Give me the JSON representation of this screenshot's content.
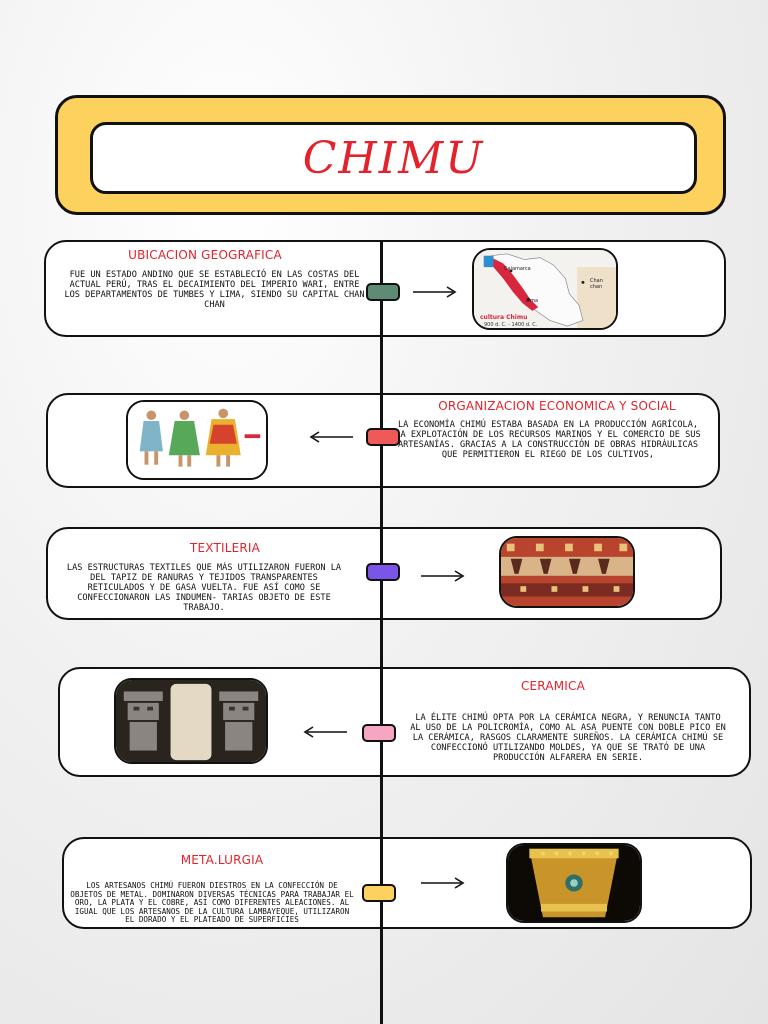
{
  "title": "CHIMU",
  "colors": {
    "title_frame": "#fdd15e",
    "heading_red": "#e4222b",
    "node_green": "#5f8a73",
    "node_red": "#ef5a58",
    "node_purple": "#7a55e8",
    "node_pink": "#f4a6c3",
    "node_yellow": "#fdd15e"
  },
  "sections": [
    {
      "heading": "UBICACION GEOGRAFICA",
      "body": "FUE UN ESTADO ANDINO QUE SE ESTABLECIÓ EN LAS COSTAS DEL ACTUAL PERÚ, TRAS EL DECAIMIENTO DEL IMPERIO WARI, ENTRE LOS DEPARTAMENTOS DE TUMBES Y LIMA, SIENDO SU CAPITAL CHAN CHAN",
      "image_icon": "map-of-peru-icon",
      "image_labels": [
        "Cajamarca",
        "Chan chan",
        "Lima",
        "cultura Chimu",
        "900 d. C. - 1400 d. C."
      ]
    },
    {
      "heading": "ORGANIZACION ECONOMICA Y SOCIAL",
      "body": "LA ECONOMÍA CHIMÚ ESTABA BASADA EN LA PRODUCCIÓN AGRÍCOLA, LA EXPLOTACIÓN DE LOS RECURSOS MARINOS Y EL COMERCIO DE SUS ARTESANÍAS. GRACIAS A LA CONSTRUCCIÓN DE OBRAS HIDRÁULICAS QUE PERMITIERON EL RIEGO DE LOS CULTIVOS,",
      "image_icon": "chimu-people-illustration-icon"
    },
    {
      "heading": "TEXTILERIA",
      "body": "LAS ESTRUCTURAS TEXTILES QUE MÁS UTILIZARON FUERON LA DEL TAPIZ DE RANURAS Y TEJIDOS TRANSPARENTES RETICULADOS Y DE GASA VUELTA. FUE ASÍ COMO SE CONFECCIONARON LAS INDUMEN- TARIAS OBJETO DE ESTE TRABAJO.",
      "image_icon": "woven-textile-icon"
    },
    {
      "heading": "CERAMICA",
      "body": "LA ÉLITE CHIMÚ OPTA POR LA CERÁMICA NEGRA, Y RENUNCIA TANTO AL USO DE LA POLICROMÍA, COMO AL ASA PUENTE CON DOBLE PICO EN LA CERÁMICA, RASGOS CLARAMENTE SUREÑOS. LA CERÁMICA CHIMÚ SE CONFECCIONÓ UTILIZANDO MOLDES, YA QUE SE TRATÓ DE UNA PRODUCCIÓN ALFARERA EN SERIE.",
      "image_icon": "ceramic-figures-icon"
    },
    {
      "heading": "META.LURGIA",
      "body": "LOS ARTESANOS CHIMÚ FUERON DIESTROS EN LA CONFECCIÓN DE OBJETOS DE METAL. DOMINARON DIVERSAS TÉCNICAS PARA TRABAJAR EL ORO, LA PLATA Y EL COBRE, ASÍ COMO DIFERENTES ALEACIONES. AL IGUAL QUE LOS ARTESANOS DE LA CULTURA LAMBAYEQUE, UTILIZARON EL DORADO Y EL PLATEADO DE SUPERFICIES",
      "image_icon": "golden-vessel-icon"
    }
  ]
}
